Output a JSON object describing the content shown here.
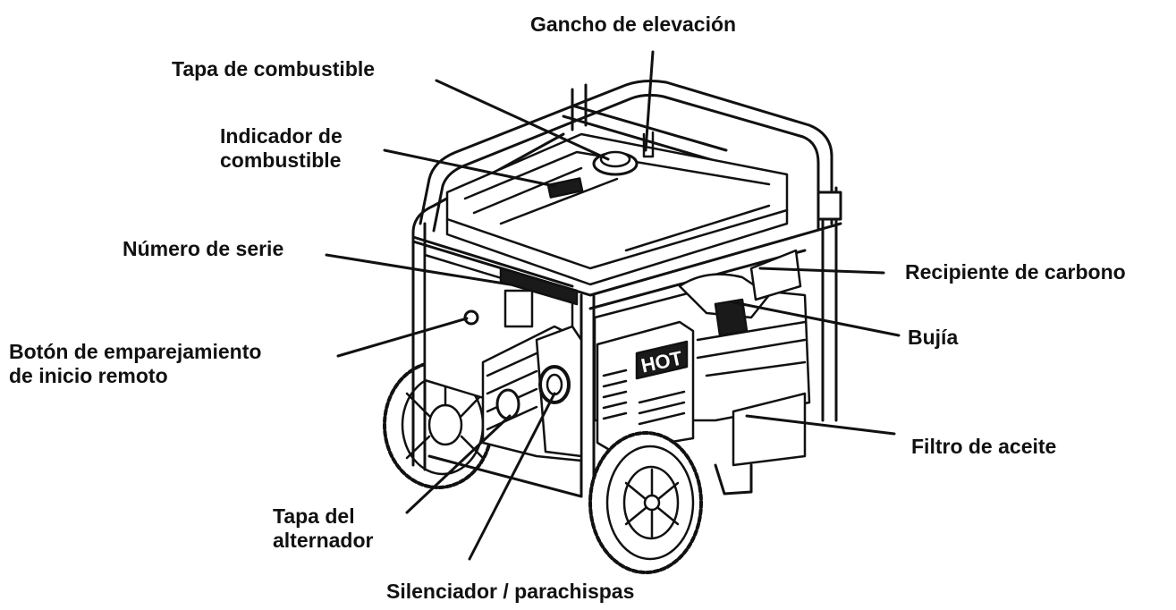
{
  "labels": {
    "lifting_hook": "Gancho de elevación",
    "fuel_cap": "Tapa de combustible",
    "fuel_gauge_line1": "Indicador de",
    "fuel_gauge_line2": "combustible",
    "serial_number": "Número de serie",
    "remote_start_line1": "Botón de emparejamiento",
    "remote_start_line2": "de inicio remoto",
    "carbon_canister": "Recipiente de carbono",
    "spark_plug": "Bujía",
    "oil_filter": "Filtro de aceite",
    "alternator_cover_line1": "Tapa del",
    "alternator_cover_line2": "alternador",
    "muffler": "Silenciador / parachispas"
  },
  "hot_badge": "HOT",
  "colors": {
    "line": "#111111",
    "fill": "#ffffff",
    "dark": "#1a1a1a"
  }
}
